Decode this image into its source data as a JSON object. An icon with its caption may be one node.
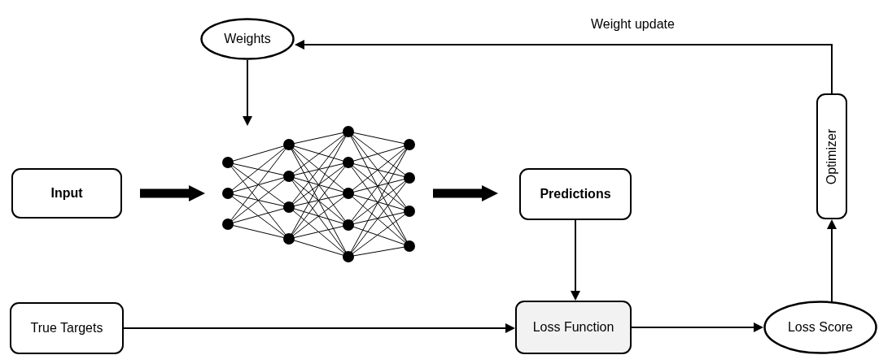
{
  "diagram": {
    "nodes": [
      {
        "text": [
          "Weights"
        ]
      },
      {
        "text": [],
        "shape": "picture"
      },
      {
        "text": [
          "Input"
        ]
      },
      {
        "text": [
          "Predictions"
        ]
      },
      {
        "text": [
          "Optimizer"
        ]
      },
      {
        "text": [
          "True Targets"
        ]
      },
      {
        "text": [
          "Loss Function"
        ]
      },
      {
        "text": [
          "Loss Score"
        ]
      }
    ],
    "edges": [
      {
        "from": 0,
        "to": 1,
        "arrow": "to"
      },
      {
        "from": 2,
        "to": 1,
        "arrow": "to",
        "style": "thick"
      },
      {
        "from": 1,
        "to": 3,
        "arrow": "to",
        "style": "thick"
      },
      {
        "from": 3,
        "to": 6,
        "arrow": "to"
      },
      {
        "from": 5,
        "to": 6,
        "arrow": "to"
      },
      {
        "from": 6,
        "to": 7,
        "arrow": "to"
      },
      {
        "from": 7,
        "to": 4,
        "arrow": "to"
      },
      {
        "from": 4,
        "to": 0,
        "arrow": "to",
        "label": "Weight update"
      }
    ]
  }
}
